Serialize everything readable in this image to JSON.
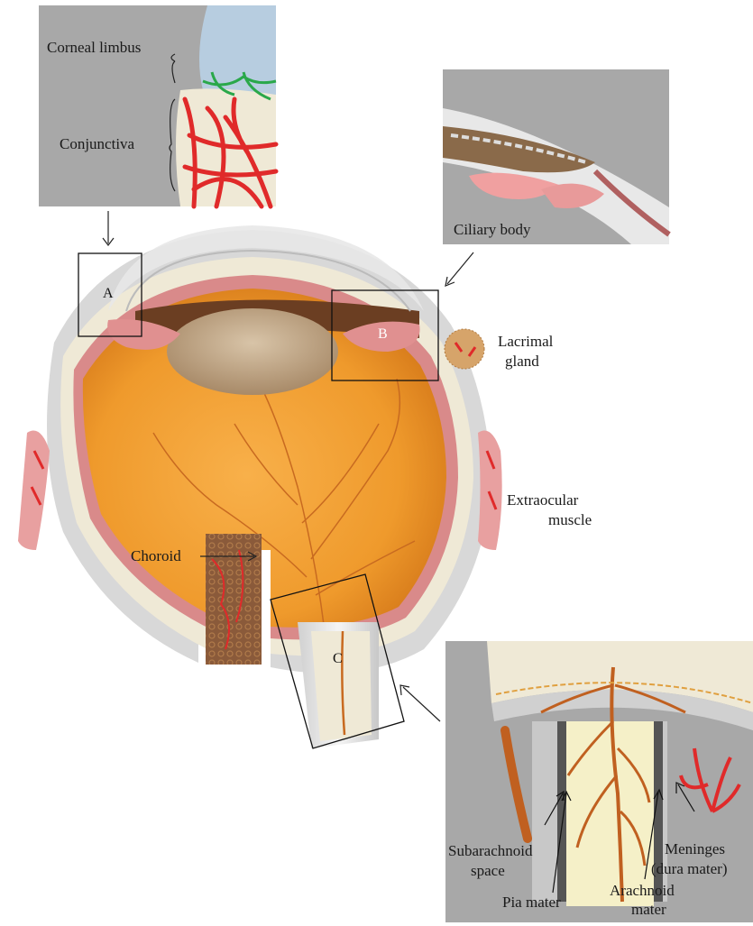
{
  "labels": {
    "corneal_limbus": "Corneal limbus",
    "conjunctiva": "Conjunctiva",
    "ciliary_body": "Ciliary body",
    "lacrimal_gland_1": "Lacrimal",
    "lacrimal_gland_2": "gland",
    "extraocular_1": "Extraocular",
    "extraocular_2": "muscle",
    "choroid": "Choroid",
    "subarachnoid_1": "Subarachnoid",
    "subarachnoid_2": "space",
    "pia_mater": "Pia mater",
    "arachnoid_1": "Arachnoid",
    "arachnoid_2": "mater",
    "meninges_1": "Meninges",
    "meninges_2": "(dura mater)"
  },
  "boxes": {
    "a": "A",
    "b": "B",
    "c": "C"
  },
  "colors": {
    "inset_bg": "#a8a8a8",
    "vessel_red": "#e02a2a",
    "vessel_green": "#2aa84a",
    "sclera": "#efe9d6",
    "retina_orange": "#f3a23a",
    "iris_brown": "#6b3e22",
    "cornea_blue": "#b7cde0"
  }
}
